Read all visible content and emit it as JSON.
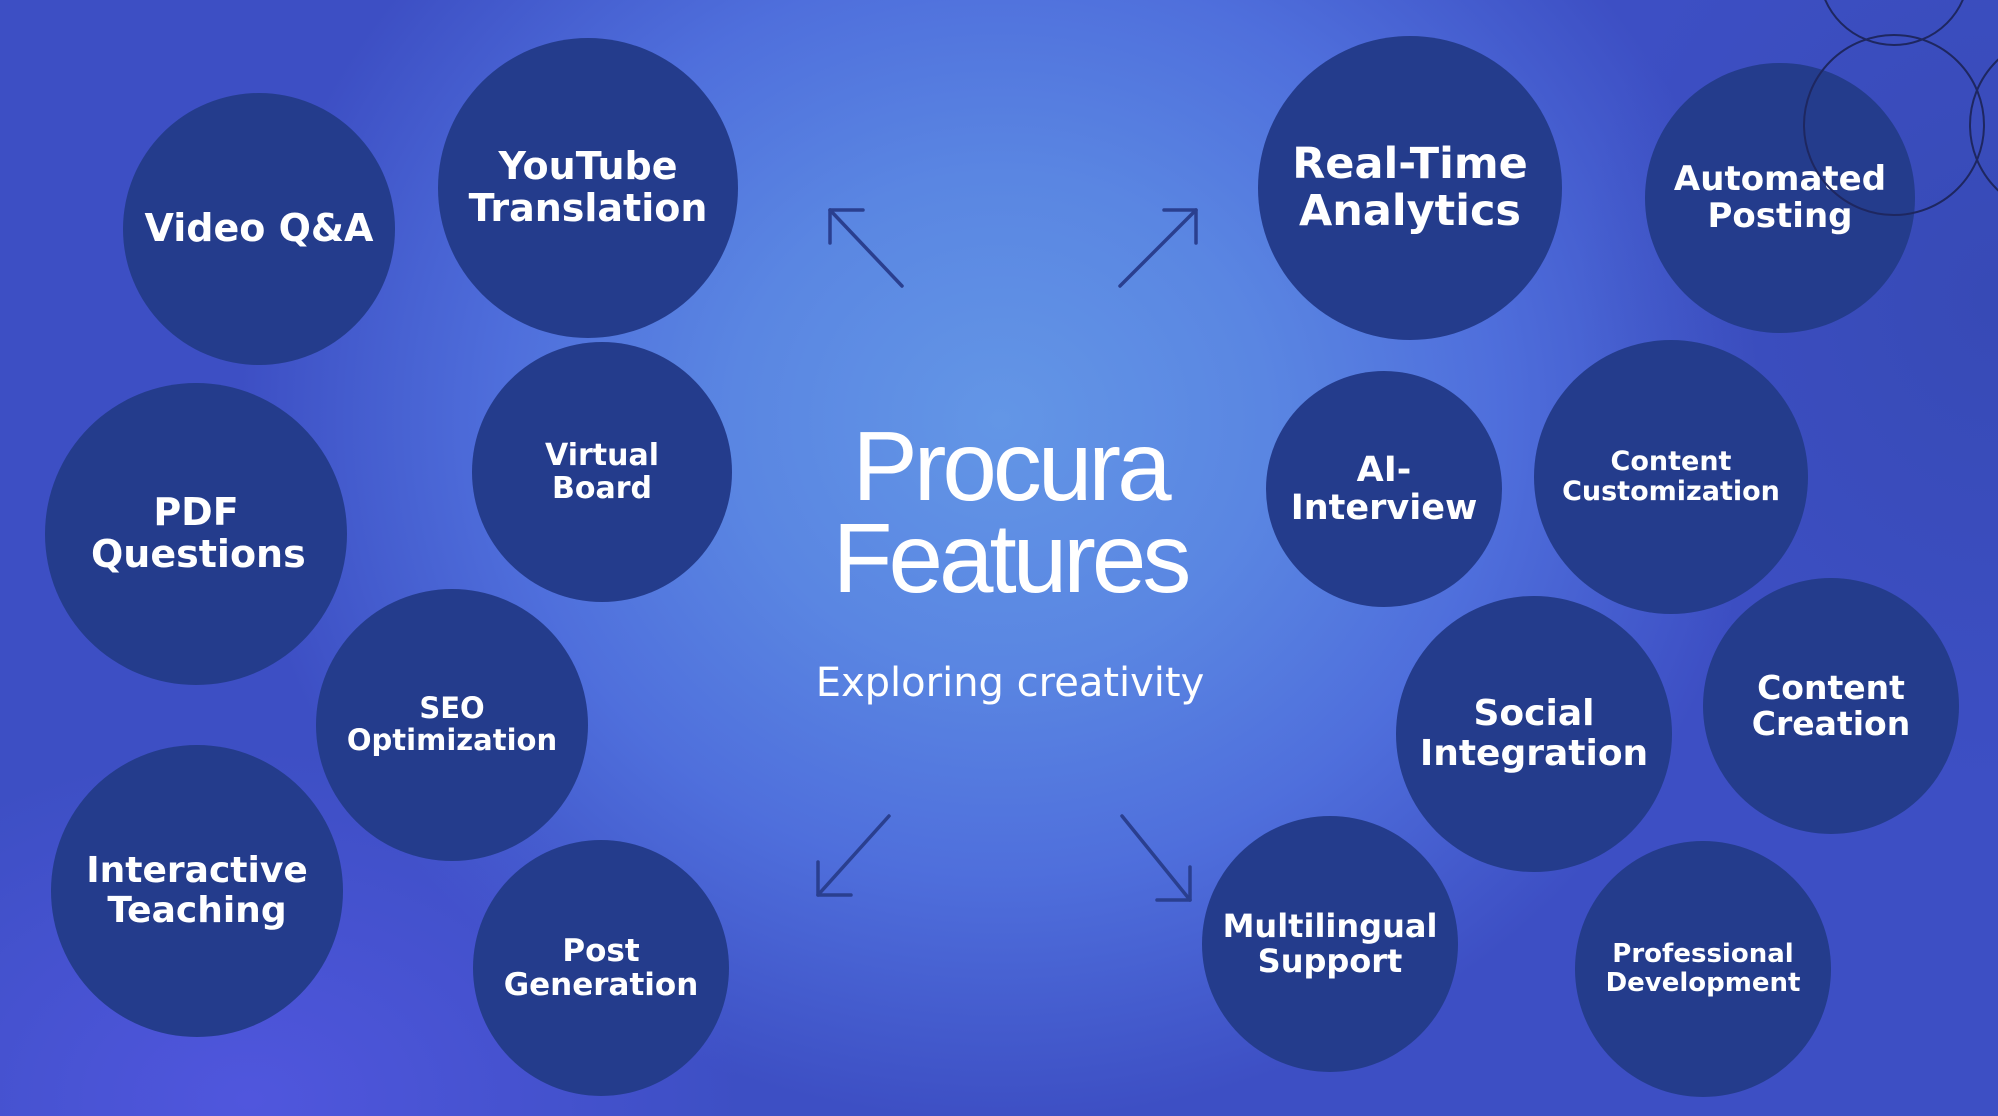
{
  "title": {
    "line1": "Procura",
    "line2": "Features"
  },
  "subtitle": "Exploring creativity",
  "features": [
    {
      "label": "Video Q&A"
    },
    {
      "label": "YouTube Translation"
    },
    {
      "label": "PDF Questions"
    },
    {
      "label": "Virtual Board"
    },
    {
      "label": "SEO Optimization"
    },
    {
      "label": "Interactive Teaching"
    },
    {
      "label": "Post Generation"
    },
    {
      "label": "Real-Time Analytics"
    },
    {
      "label": "Automated Posting"
    },
    {
      "label": "AI-Interview"
    },
    {
      "label": "Content Customization"
    },
    {
      "label": "Social Integration"
    },
    {
      "label": "Content Creation"
    },
    {
      "label": "Multilingual Support"
    },
    {
      "label": "Professional Development"
    }
  ],
  "colors": {
    "bubble": "#243c8c",
    "text": "#ffffff",
    "arrow": "#2a3f8f"
  }
}
